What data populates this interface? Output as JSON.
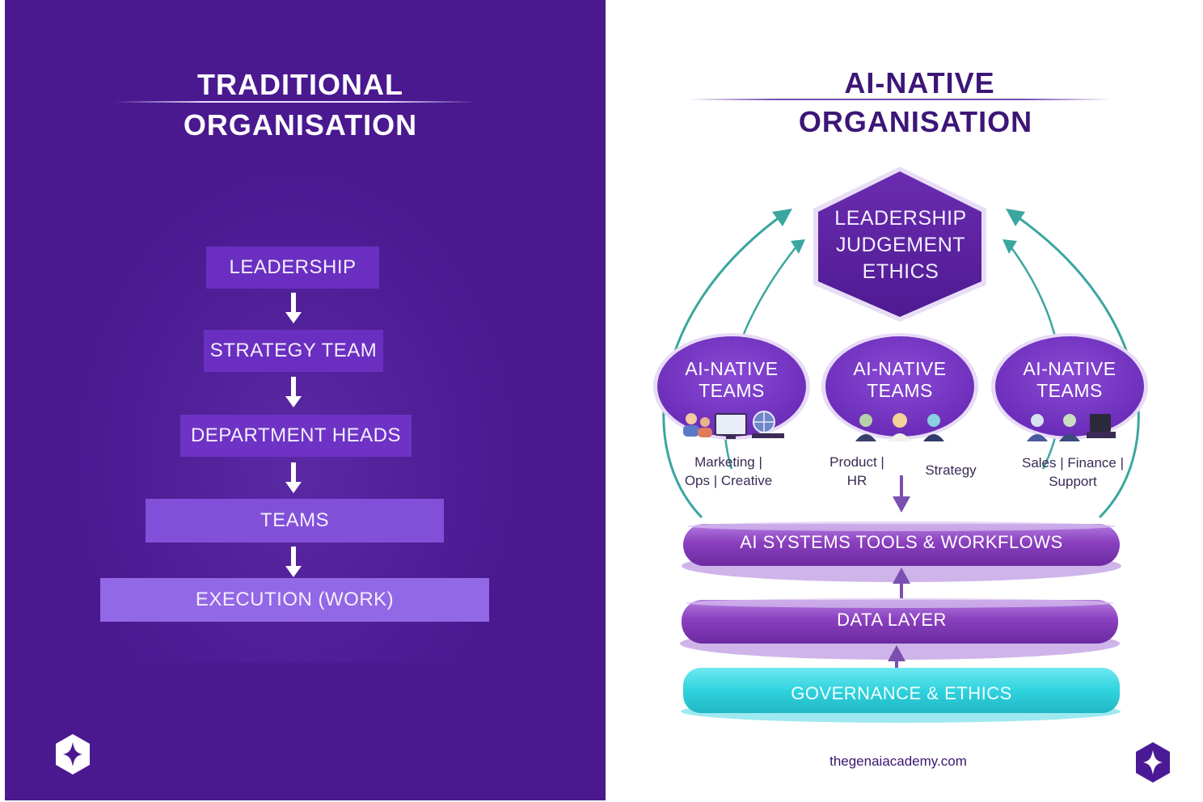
{
  "traditional": {
    "title_line1": "TRADITIONAL",
    "title_line2": "ORGANISATION",
    "levels": [
      "LEADERSHIP",
      "STRATEGY TEAM",
      "DEPARTMENT HEADS",
      "TEAMS",
      "EXECUTION (WORK)"
    ]
  },
  "ai_native": {
    "title_line1": "AI-NATIVE",
    "title_line2": "ORGANISATION",
    "core": {
      "line1": "LEADERSHIP",
      "line2": "JUDGEMENT",
      "line3": "ETHICS"
    },
    "teams": [
      {
        "line1": "AI-NATIVE",
        "line2": "TEAMS",
        "dept_line1": "Marketing |",
        "dept_line2": "Ops | Creative"
      },
      {
        "line1": "AI-NATIVE",
        "line2": "TEAMS",
        "dept_line1": "Product |",
        "dept_line2": "HR",
        "dept_extra": "Strategy"
      },
      {
        "line1": "AI-NATIVE",
        "line2": "TEAMS",
        "dept_line1": "Sales | Finance |",
        "dept_line2": "Support"
      }
    ],
    "layers": [
      "AI SYSTEMS TOOLS & WORKFLOWS",
      "DATA LAYER",
      "GOVERNANCE & ETHICS"
    ],
    "footer": "thegenaiacademy.com"
  },
  "colors": {
    "left_background": "#4a1990",
    "title_dark": "#3c1677",
    "hexagon": "#5a1f9e",
    "team_bubble": "#7a3cc8",
    "layer_purple": "#8a3fbe",
    "layer_teal": "#2fd3de",
    "cycle_arrow": "#3aa6a0"
  },
  "icons": [
    "logo-mark-icon",
    "people-icon",
    "monitor-icon",
    "globe-icon",
    "arrow-down-icon",
    "arrow-up-icon",
    "cycle-arrow-icon"
  ]
}
